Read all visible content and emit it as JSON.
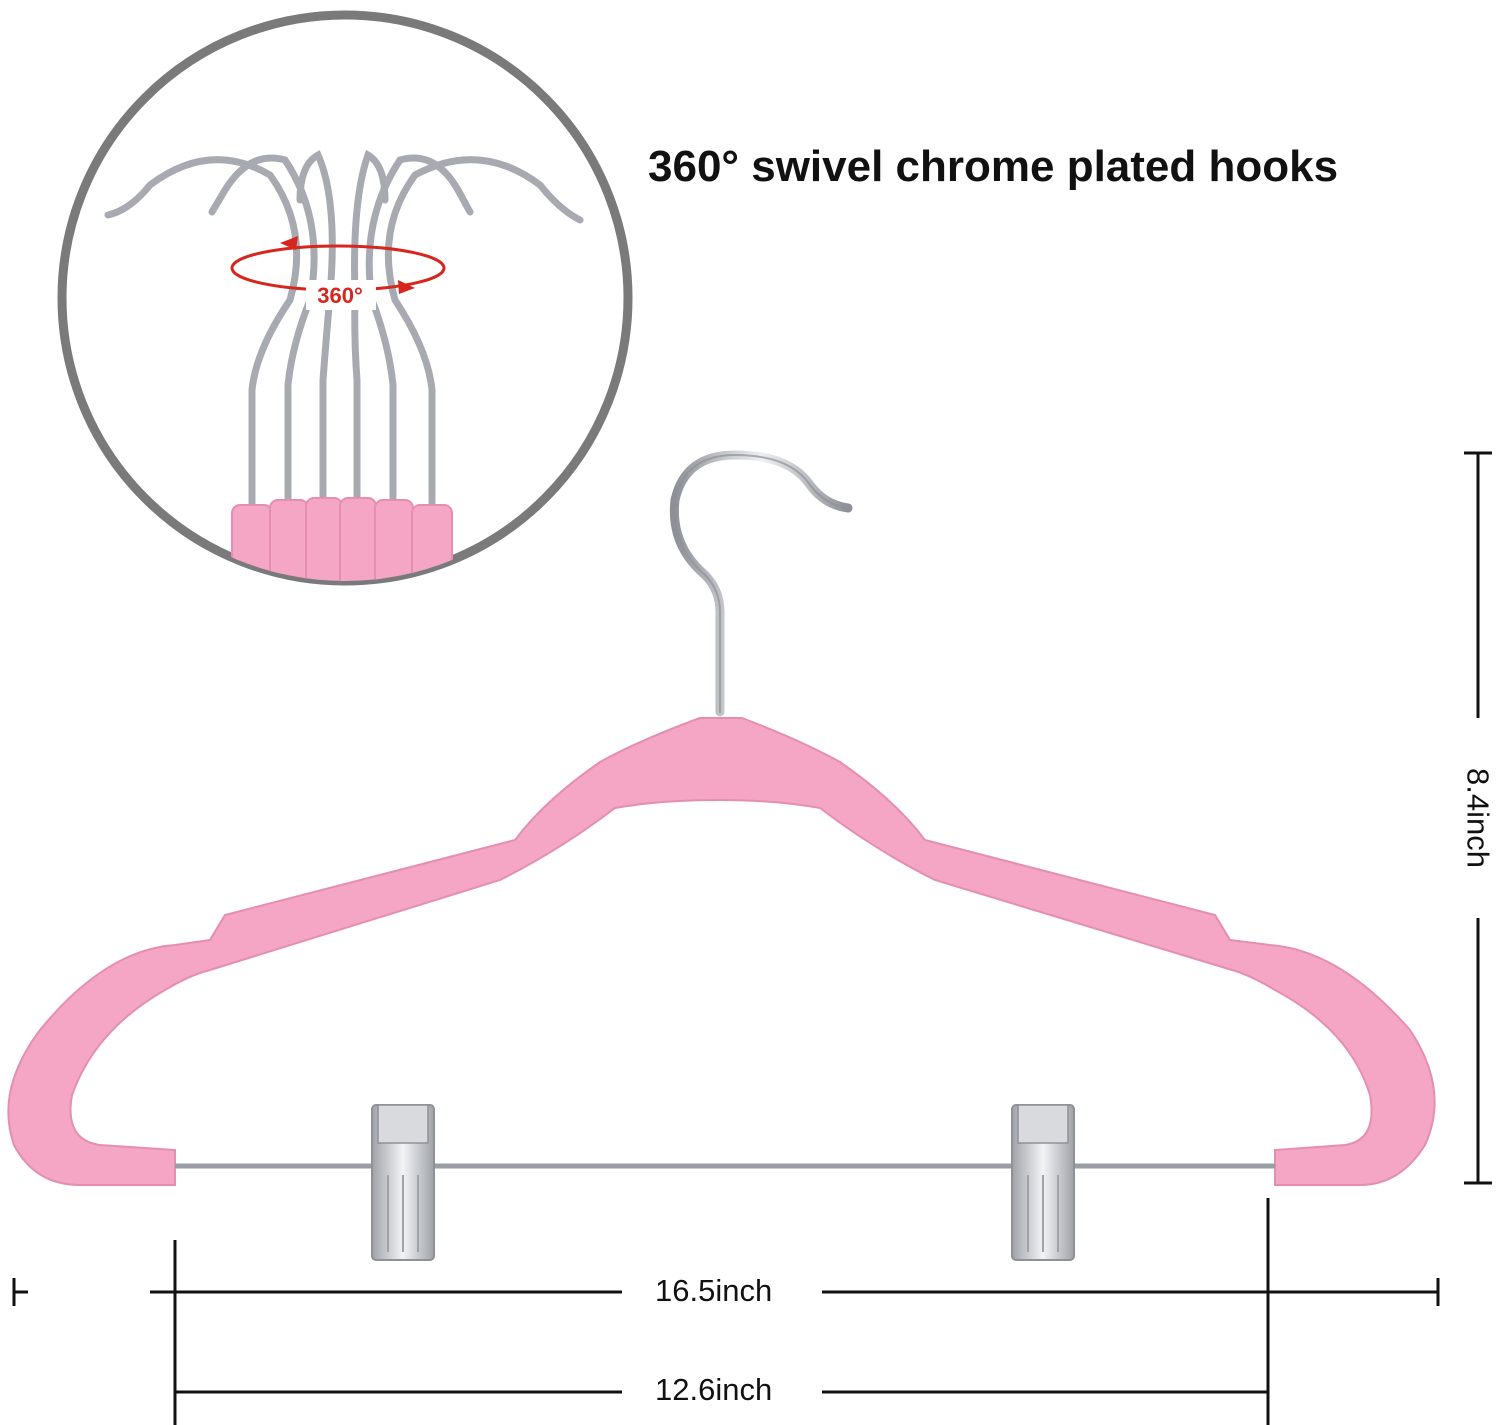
{
  "headline": "360° swivel chrome plated hooks",
  "inset": {
    "rotation_badge": "360°"
  },
  "dimensions": {
    "height": "8.4inch",
    "overall_width": "16.5inch",
    "bar_width": "12.6inch"
  },
  "colors": {
    "hanger_pink": "#f4a6c4",
    "hanger_pink_dark": "#e48fb2",
    "chrome": "#b9bcc1",
    "circle_border": "#7a7a7a",
    "rotation_arrow": "#d6261d",
    "dimension_line": "#111111"
  }
}
